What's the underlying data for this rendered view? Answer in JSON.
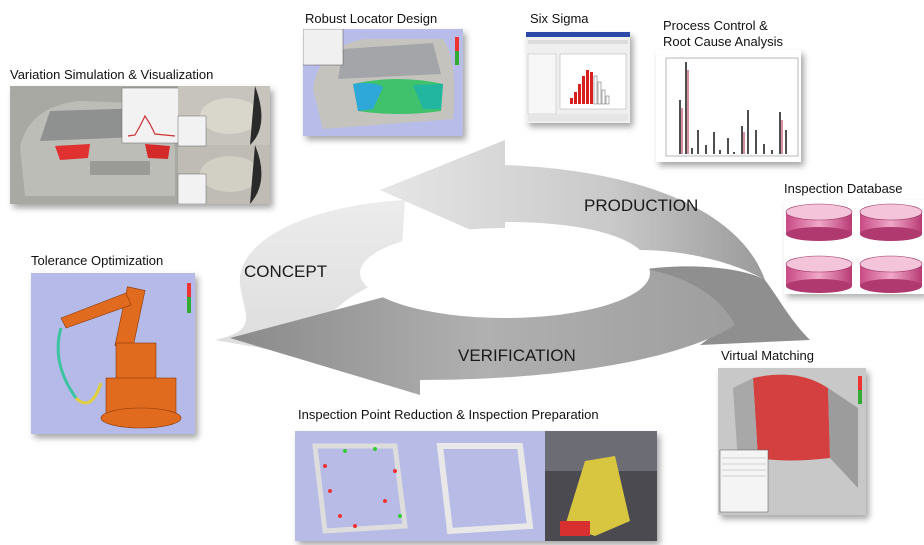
{
  "phases": {
    "concept": "CONCEPT",
    "production": "PRODUCTION",
    "verification": "VERIFICATION"
  },
  "modules": {
    "variation_simulation": "Variation Simulation & Visualization",
    "robust_locator": "Robust Locator Design",
    "six_sigma": "Six Sigma",
    "process_control_1": "Process Control &",
    "process_control_2": "Root Cause Analysis",
    "inspection_database": "Inspection Database",
    "tolerance_optimization": "Tolerance Optimization",
    "virtual_matching": "Virtual Matching",
    "inspection_point_reduction": "Inspection Point Reduction & Inspection Preparation"
  },
  "colors": {
    "cycle_arrow": "#b9b9b9",
    "arrow_dark": "#8f8f8f",
    "database_cylinder": "#d86a9c",
    "cad_background": "#b8bce8",
    "robot": "#e06a1e",
    "taillight": "#e03030"
  },
  "icons": [
    "database-cylinder-icon",
    "cycle-arrow-icon",
    "color-scale-icon"
  ]
}
